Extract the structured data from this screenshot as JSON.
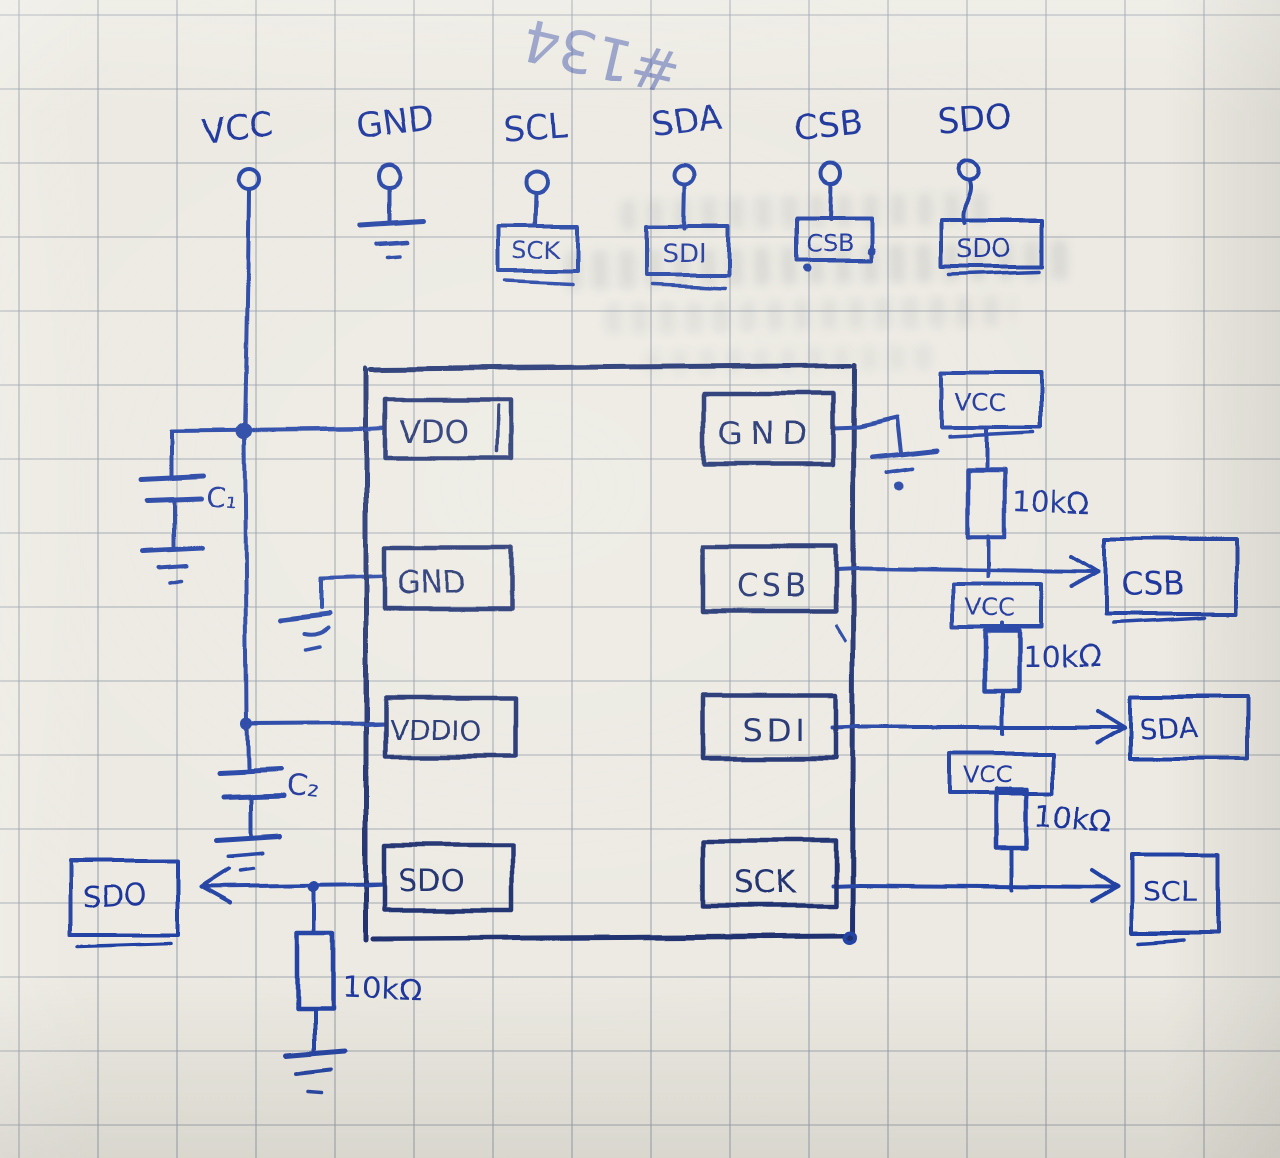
{
  "pencil_note": "#134",
  "terminals": {
    "vcc": "VCC",
    "gnd": "GND",
    "scl": "SCL",
    "sda": "SDA",
    "csb": "CSB",
    "sdo": "SDO"
  },
  "terminal_net_boxes": {
    "under_scl": "SCK",
    "under_sda": "SDI",
    "under_csb": "CSB",
    "under_sdo": "SDO"
  },
  "ic": {
    "left_pins": [
      "VDO",
      "GND",
      "VDDIO",
      "SDO"
    ],
    "right_pins": [
      "GND",
      "CSB",
      "SDI",
      "SCK"
    ]
  },
  "capacitors": {
    "c1": "C₁",
    "c2": "C₂"
  },
  "rail_labels": [
    "VCC",
    "VCC",
    "VCC"
  ],
  "resistors": {
    "csb_pullup": "10kΩ",
    "sda_pullup": "10kΩ",
    "scl_pullup": "10kΩ",
    "sdo_pulldown": "10kΩ"
  },
  "output_nets": {
    "csb": "CSB",
    "sda": "SDA",
    "scl": "SCL",
    "sdo": "SDO"
  },
  "colors": {
    "ink_blue": "#2242a4",
    "ink_dark": "#1b2e6e",
    "paper": "#eceae2",
    "grid_line": "#b3b8c2",
    "pencil_gray": "#979da6"
  }
}
